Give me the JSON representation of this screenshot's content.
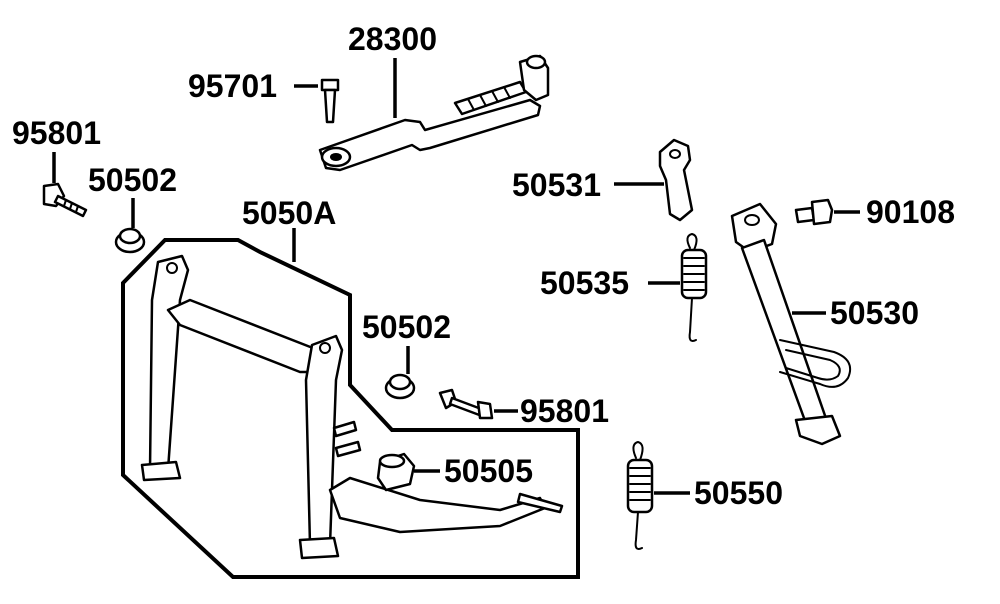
{
  "diagram": {
    "labels": {
      "p28300": "28300",
      "p95701": "95701",
      "p95801_top": "95801",
      "p50502_top": "50502",
      "p5050A": "5050A",
      "p50531": "50531",
      "p90108": "90108",
      "p50535": "50535",
      "p50530": "50530",
      "p50502_mid": "50502",
      "p95801_mid": "95801",
      "p50505": "50505",
      "p50550": "50550"
    }
  }
}
